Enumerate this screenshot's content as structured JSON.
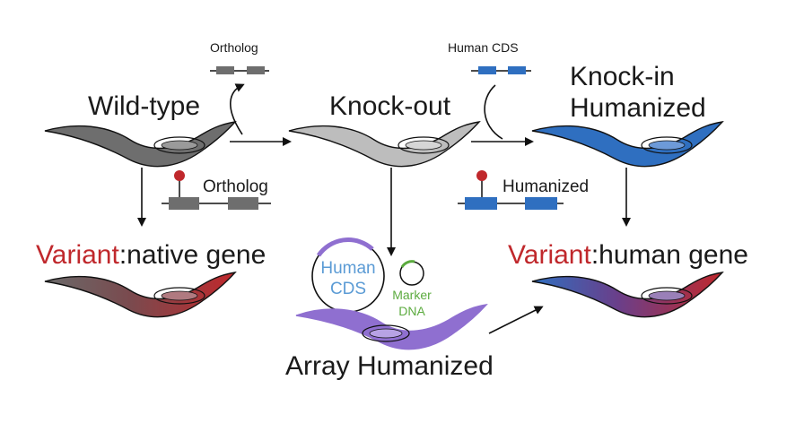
{
  "labels": {
    "ortholog_top": "Ortholog",
    "human_cds_top": "Human CDS",
    "wild_type": "Wild-type",
    "knock_out": "Knock-out",
    "knock_in_line1": "Knock-in",
    "knock_in_line2": "Humanized",
    "ortholog_mid": "Ortholog",
    "humanized_mid": "Humanized",
    "variant_left_prefix": "Variant",
    "variant_left_suffix": ":native gene",
    "variant_right_prefix": "Variant",
    "variant_right_suffix": ":human gene",
    "plasmid_human_line1": "Human",
    "plasmid_human_line2": "CDS",
    "marker_line1": "Marker",
    "marker_line2": "DNA",
    "array_humanized": "Array Humanized"
  },
  "colors": {
    "text": "#1a1a1a",
    "variant_red": "#c0282c",
    "wildtype_grey": "#6e6e6e",
    "knockout_grey": "#bdbdbd",
    "humanized_blue": "#2f6fc0",
    "array_purple": "#8f6fd0",
    "human_cds_text": "#5b9bd5",
    "marker_green": "#5cab3f",
    "pin_red": "#c0282c"
  }
}
